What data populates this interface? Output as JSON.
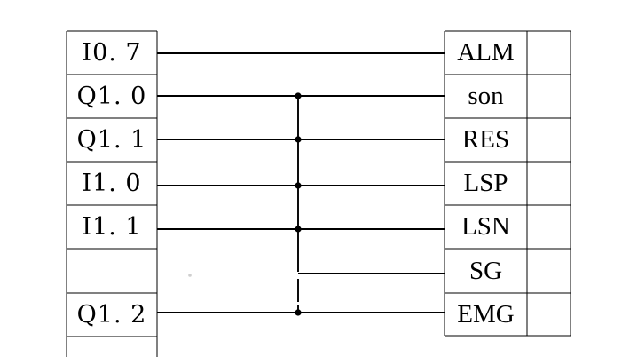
{
  "diagram": {
    "title": "PLC I/O to servo drive signal wiring diagram",
    "type": "wiring-diagram",
    "background_color": "#ffffff",
    "line_color": "#000000",
    "text_color": "#000000"
  },
  "left_table": {
    "name": "plc-io-address-table",
    "columns": 1,
    "rows": [
      {
        "label": "I0. 7",
        "wired": true
      },
      {
        "label": "Q1. 0",
        "wired": true
      },
      {
        "label": "Q1. 1",
        "wired": true
      },
      {
        "label": "I1. 0",
        "wired": true
      },
      {
        "label": "I1. 1",
        "wired": true
      },
      {
        "label": "",
        "wired": false
      },
      {
        "label": "Q1. 2",
        "wired": true
      },
      {
        "label": "",
        "wired": false
      }
    ]
  },
  "right_table": {
    "name": "drive-signal-table",
    "columns": 2,
    "rows": [
      {
        "signal": "ALM",
        "value": ""
      },
      {
        "signal": "son",
        "value": ""
      },
      {
        "signal": "RES",
        "value": ""
      },
      {
        "signal": "LSP",
        "value": ""
      },
      {
        "signal": "LSN",
        "value": ""
      },
      {
        "signal": "SG",
        "value": ""
      },
      {
        "signal": "EMG",
        "value": ""
      }
    ]
  },
  "connections": [
    {
      "from": "I0. 7",
      "to": "ALM",
      "junction": false
    },
    {
      "from": "Q1. 0",
      "to": "son",
      "junction": true
    },
    {
      "from": "Q1. 1",
      "to": "RES",
      "junction": true
    },
    {
      "from": "I1. 0",
      "to": "LSP",
      "junction": true
    },
    {
      "from": "I1. 1",
      "to": "LSN",
      "junction": true
    },
    {
      "from": "bus",
      "to": "SG",
      "junction": false
    },
    {
      "from": "Q1. 2",
      "to": "EMG",
      "junction": true
    }
  ],
  "bus": {
    "name": "common-bus-line",
    "junction_count": 5
  }
}
